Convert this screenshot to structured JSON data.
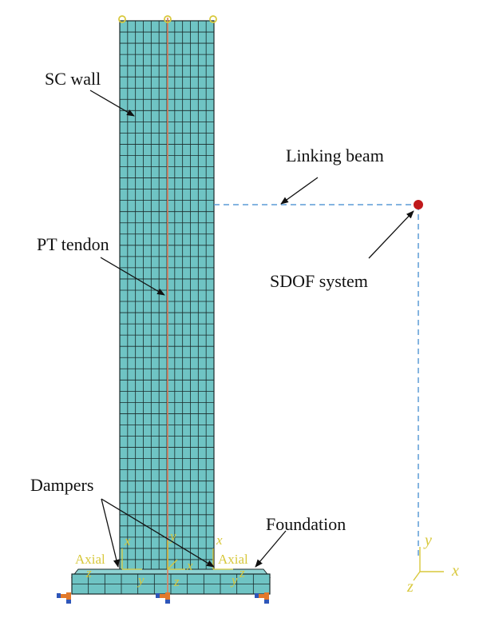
{
  "labels": {
    "sc_wall": "SC wall",
    "linking_beam": "Linking beam",
    "pt_tendon": "PT tendon",
    "sdof_system": "SDOF system",
    "dampers": "Dampers",
    "foundation": "Foundation"
  },
  "local_axes": {
    "left": {
      "x": "x",
      "y": "y",
      "z": "z",
      "axial": "Axial"
    },
    "center": {
      "x": "x",
      "y": "y",
      "z": "z"
    },
    "right": {
      "x": "x",
      "y": "y",
      "z": "z",
      "axial": "Axial"
    }
  },
  "global_axes": {
    "x": "x",
    "y": "y",
    "z": "z"
  },
  "mesh": {
    "wall_columns": 12,
    "wall_rows": 49,
    "foundation_columns": 12,
    "foundation_rows": 2
  },
  "colors": {
    "mesh_fill": "#6fc4c4",
    "mesh_line": "#1a2a2a",
    "tendon": "#e08060",
    "linking_beam": "#5b9bd5",
    "sdof_node": "#c0191b",
    "axes": "#d8c83c",
    "support": "#e2792a",
    "support_base": "#2f56b8"
  }
}
